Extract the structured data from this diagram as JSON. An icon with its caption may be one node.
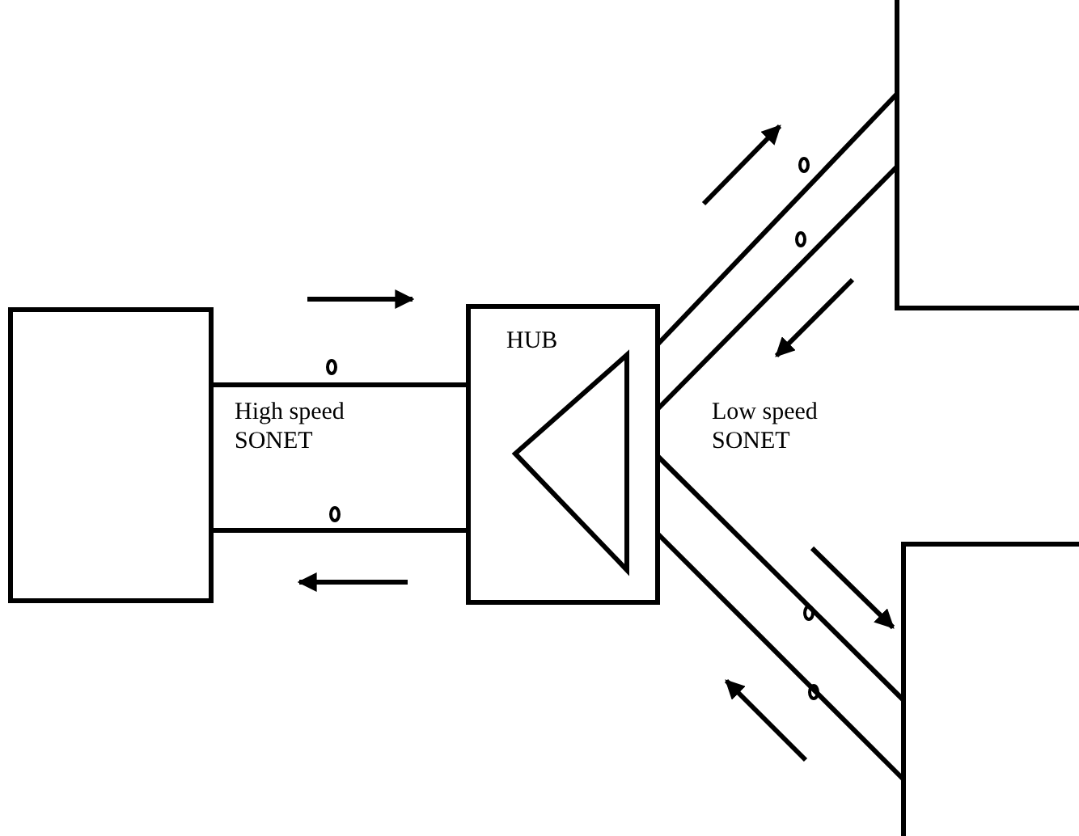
{
  "diagram": {
    "nodes": [
      {
        "text": [],
        "shape": "box"
      },
      {
        "text": [
          "HUB"
        ]
      },
      {
        "text": [],
        "shape": "triangle",
        "in": 1
      },
      {
        "text": [],
        "shape": "box"
      },
      {
        "text": [],
        "shape": "box"
      }
    ],
    "edges": [
      {
        "from": 0,
        "to": 1,
        "arrow": "none"
      },
      {
        "from": 0,
        "to": 1,
        "arrow": "none"
      },
      {
        "from": 1,
        "to": 3,
        "arrow": "none"
      },
      {
        "from": 1,
        "to": 3,
        "arrow": "none"
      },
      {
        "from": 1,
        "to": 4,
        "arrow": "none"
      },
      {
        "from": 1,
        "to": 4,
        "arrow": "none"
      }
    ],
    "labels": [
      "High speed SONET",
      "Low speed SONET"
    ]
  }
}
